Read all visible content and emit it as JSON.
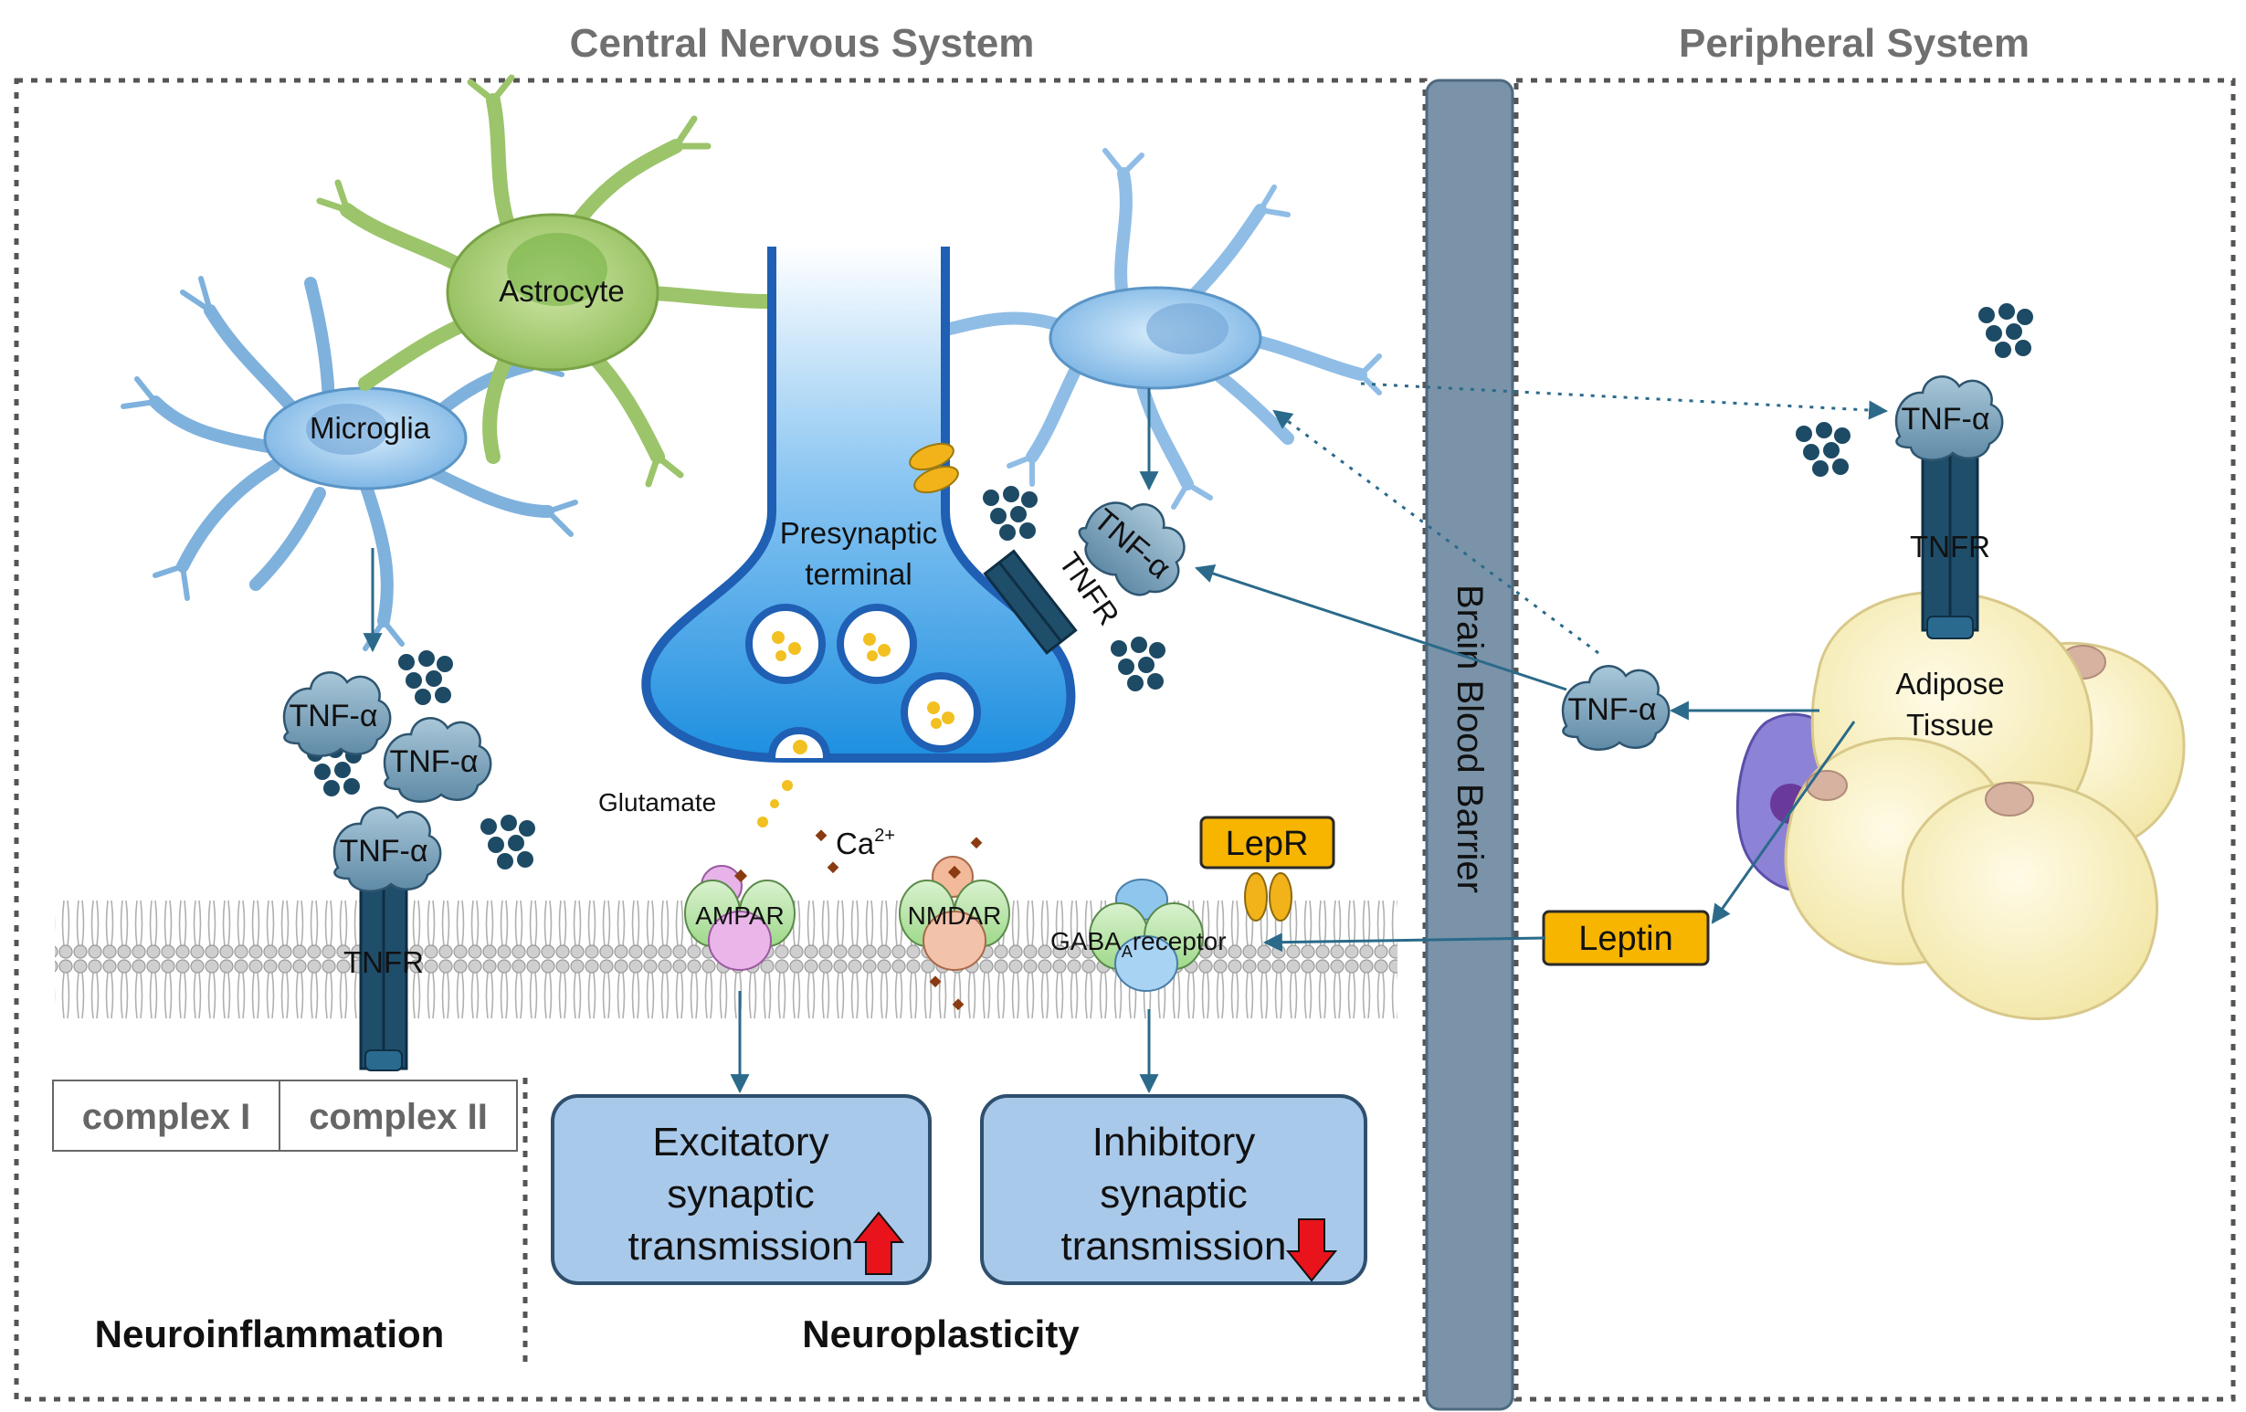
{
  "headers": {
    "cns": "Central Nervous System",
    "peripheral": "Peripheral System"
  },
  "barrier": {
    "label": "Brain Blood Barrier"
  },
  "cells": {
    "astrocyte": "Astrocyte",
    "microglia": "Microglia",
    "presynaptic_line1": "Presynaptic",
    "presynaptic_line2": "terminal",
    "adipose_line1": "Adipose",
    "adipose_line2": "Tissue"
  },
  "molecules": {
    "tnf_alpha": "TNF-α",
    "tnfr": "TNFR",
    "glutamate": "Glutamate",
    "calcium": "Ca",
    "calcium_charge": "2+",
    "leptin": "Leptin",
    "lepr": "LepR"
  },
  "receptors": {
    "ampar": "AMPAR",
    "nmdar": "NMDAR",
    "gaba_prefix": "GABA",
    "gaba_sub": "A",
    "gaba_suffix": "receptor"
  },
  "complexes": {
    "complex1": "complex I",
    "complex2": "complex II"
  },
  "outcomes": {
    "excitatory": {
      "line1": "Excitatory",
      "line2": "synaptic",
      "line3": "transmission",
      "direction": "up"
    },
    "inhibitory": {
      "line1": "Inhibitory",
      "line2": "synaptic",
      "line3": "transmission",
      "direction": "down"
    }
  },
  "sections": {
    "neuroinflammation": "Neuroinflammation",
    "neuroplasticity": "Neuroplasticity"
  },
  "colors": {
    "border": "#555555",
    "barrier": "#7a93a8",
    "tnfr": "#1f4e6b",
    "tnf": "#6f98b3",
    "arrow": "#2b6a8a",
    "box_fill": "#a9c9ea",
    "box_stroke": "#2f4f6f",
    "tag_fill": "#f7b500",
    "up_arrow": "#e8131b",
    "down_arrow": "#e8131b",
    "adipose": "#f6efc2",
    "astro": "#9cc46b",
    "microglia": "#8fbde6",
    "terminal": "#1f6fd1"
  }
}
